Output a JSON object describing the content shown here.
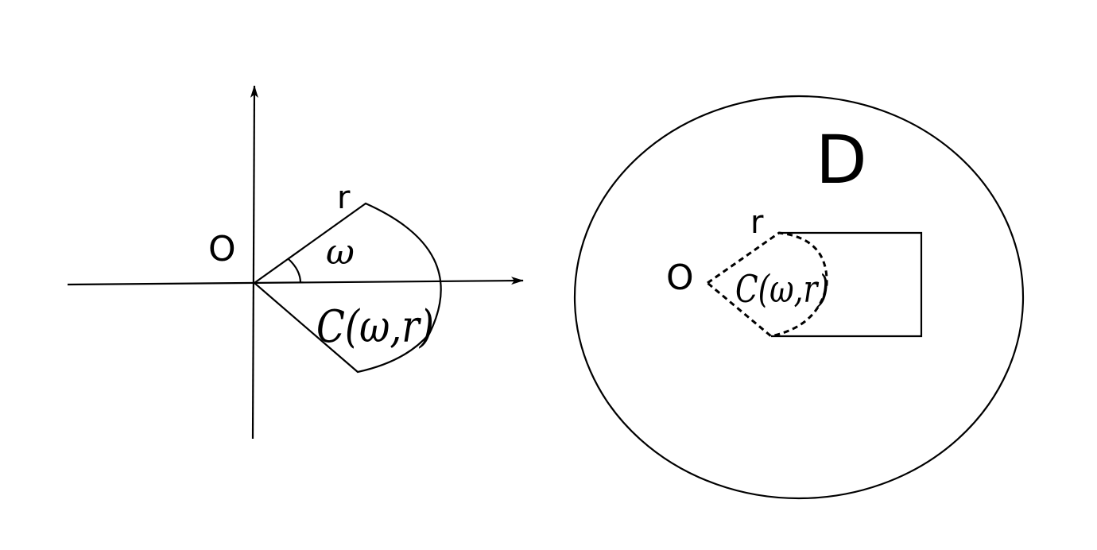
{
  "left_figure": {
    "origin_label": "O",
    "radius_label": "r",
    "angle_label": "ω",
    "sector_label": "C(ω,r)"
  },
  "right_figure": {
    "domain_label": "D",
    "origin_label": "O",
    "radius_label": "r",
    "sector_label": "C(ω,r)"
  }
}
